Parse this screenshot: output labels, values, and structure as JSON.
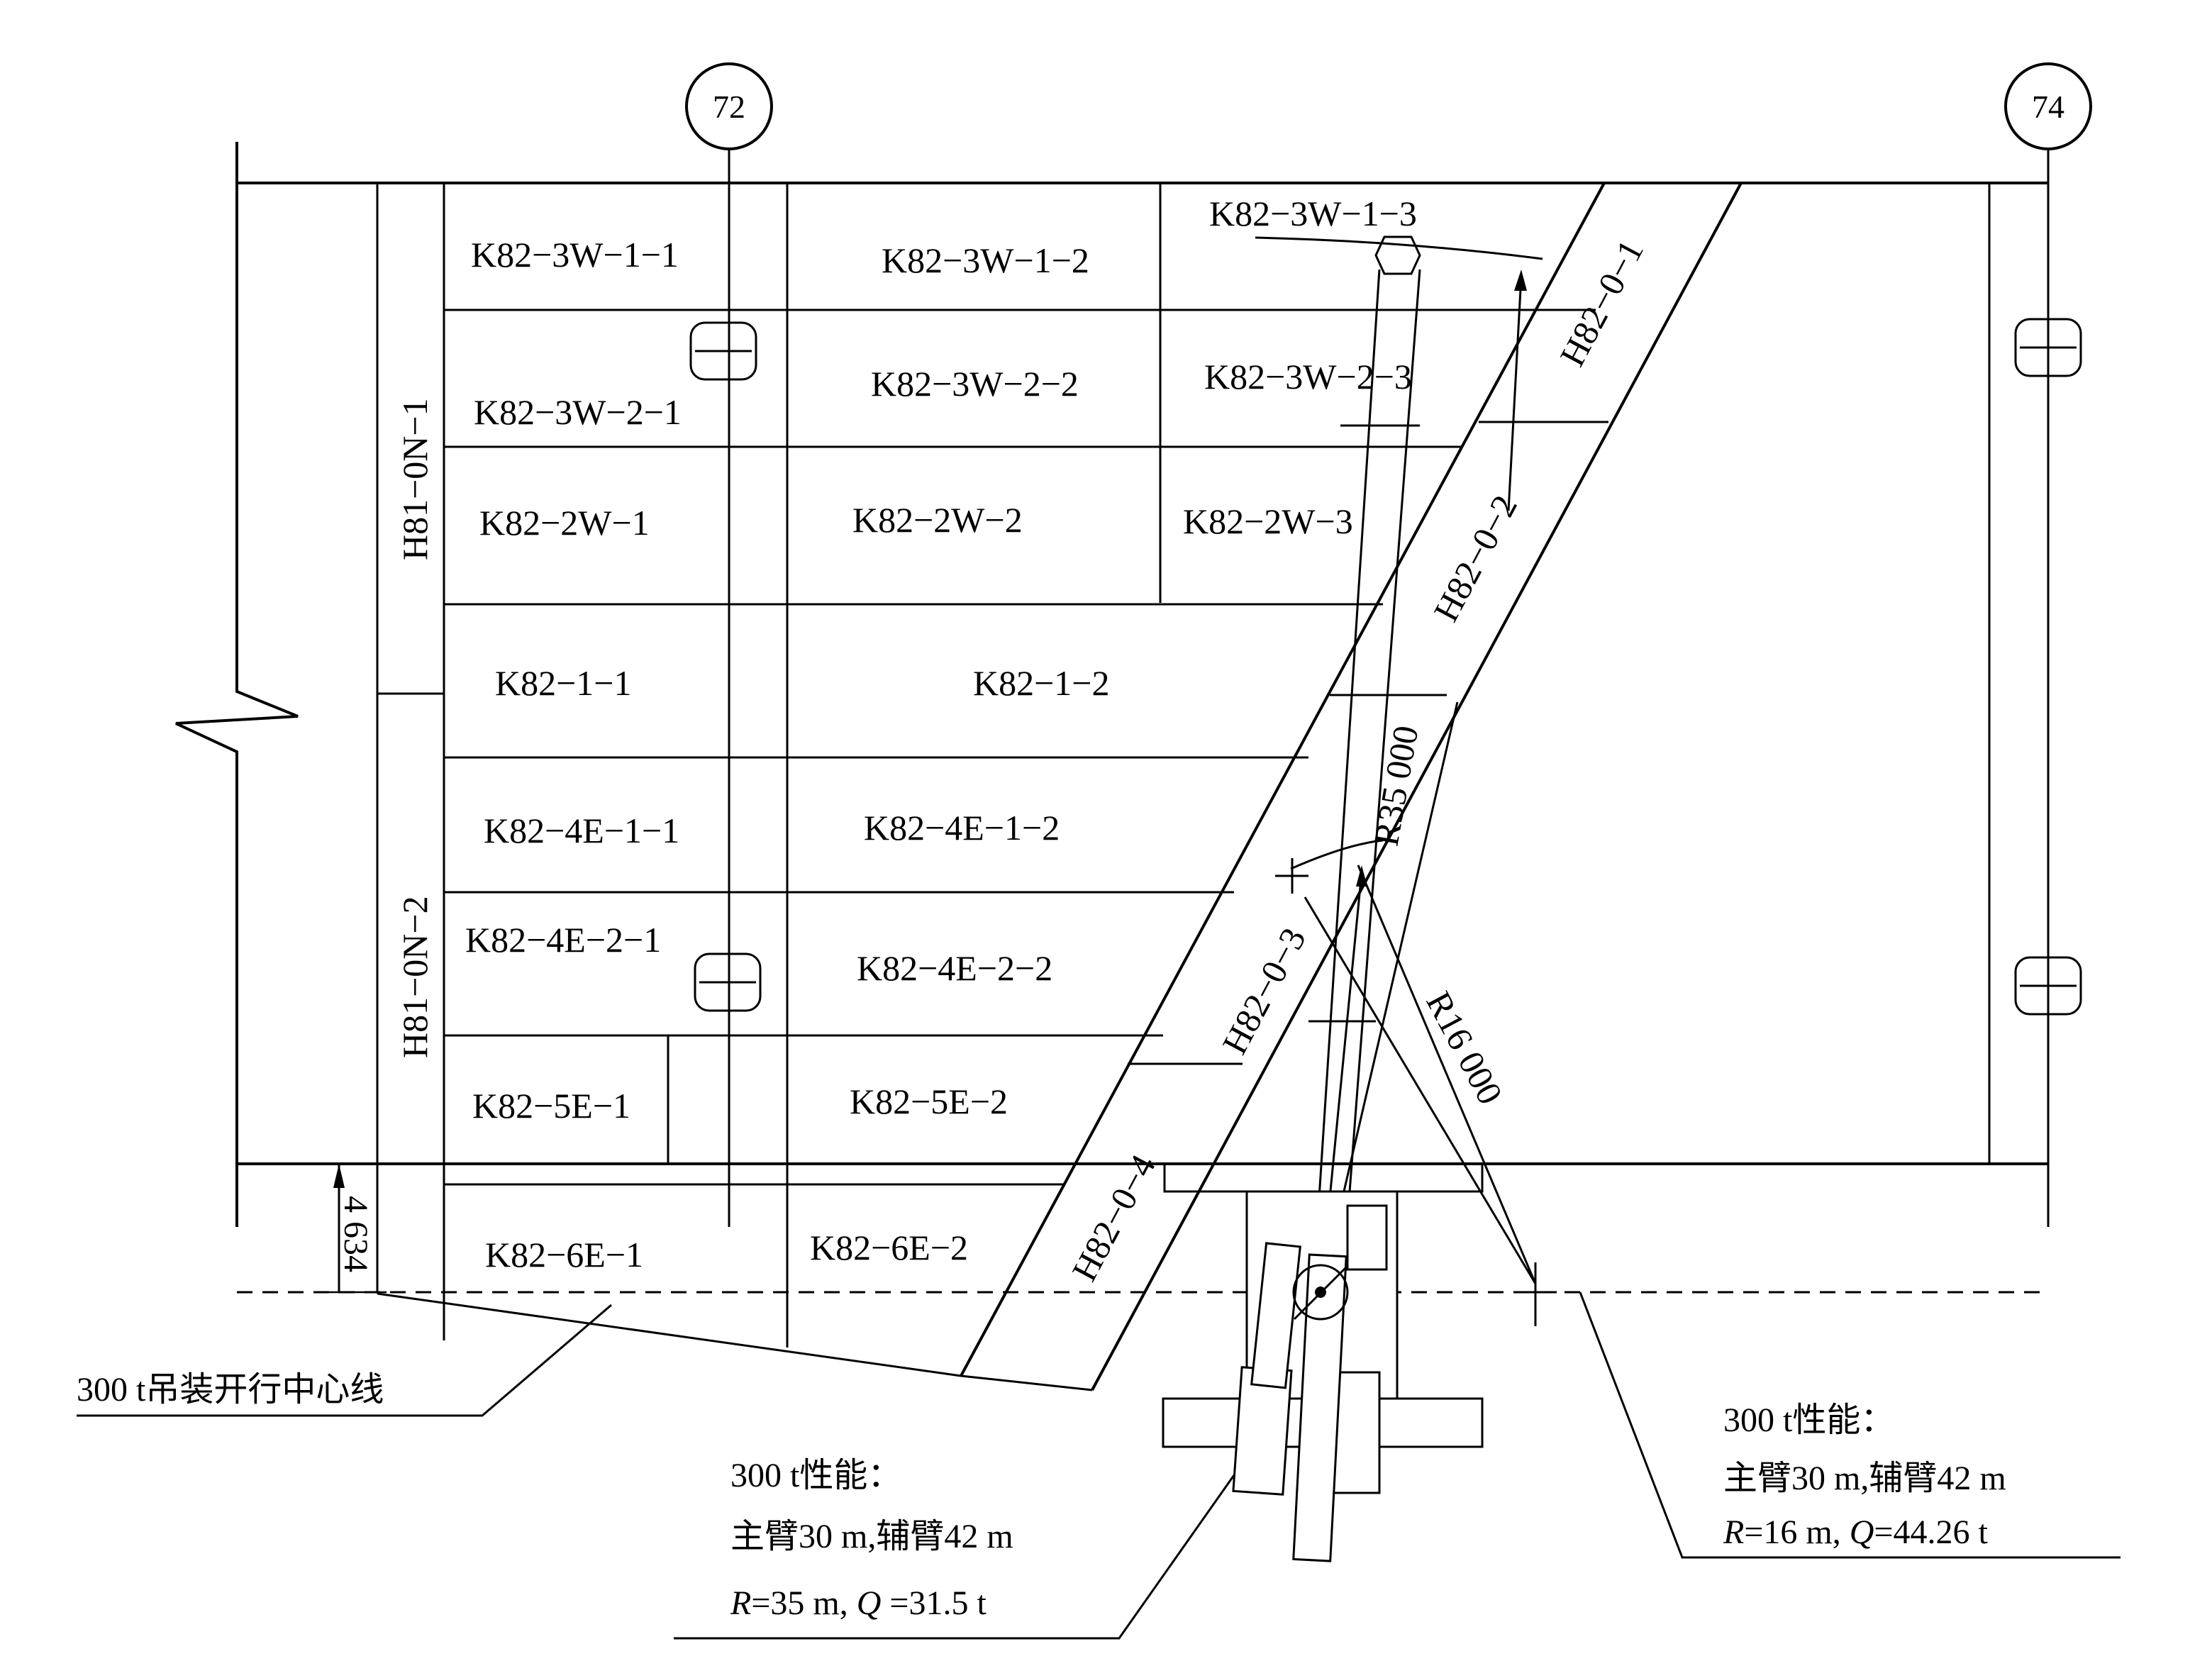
{
  "axes": {
    "left": "72",
    "right": "74"
  },
  "blocks": {
    "k_3w_1_1": "K82−3W−1−1",
    "k_3w_1_2": "K82−3W−1−2",
    "k_3w_1_3": "K82−3W−1−3",
    "k_3w_2_1": "K82−3W−2−1",
    "k_3w_2_2": "K82−3W−2−2",
    "k_3w_2_3": "K82−3W−2−3",
    "k_2w_1": "K82−2W−1",
    "k_2w_2": "K82−2W−2",
    "k_2w_3": "K82−2W−3",
    "k_1_1": "K82−1−1",
    "k_1_2": "K82−1−2",
    "k_4e_1_1": "K82−4E−1−1",
    "k_4e_1_2": "K82−4E−1−2",
    "k_4e_2_1": "K82−4E−2−1",
    "k_4e_2_2": "K82−4E−2−2",
    "k_5e_1": "K82−5E−1",
    "k_5e_2": "K82−5E−2",
    "k_6e_1": "K82−6E−1",
    "k_6e_2": "K82−6E−2",
    "h81_0n_1": "H81−0N−1",
    "h81_0n_2": "H81−0N−2",
    "h82_0_1": "H82−0−1",
    "h82_0_2": "H82−0−2",
    "h82_0_3": "H82−0−3",
    "h82_0_4": "H82−0−4"
  },
  "dimensions": {
    "offset": "4 634",
    "radius_main": "R35 000",
    "radius_secondary": "R16 000"
  },
  "centerline_label": "300 t吊装开行中心线",
  "note_left": {
    "title": "300 t性能：",
    "boom": "主臂30 m,辅臂42 m",
    "r_sym": "R",
    "r_val": "=35 m, ",
    "q_sym": "Q",
    "q_val": " =31.5 t"
  },
  "note_right": {
    "title": "300 t性能：",
    "boom": "主臂30 m,辅臂42 m",
    "r_sym": "R",
    "r_val": "=16 m, ",
    "q_sym": "Q",
    "q_val": "=44.26 t"
  }
}
